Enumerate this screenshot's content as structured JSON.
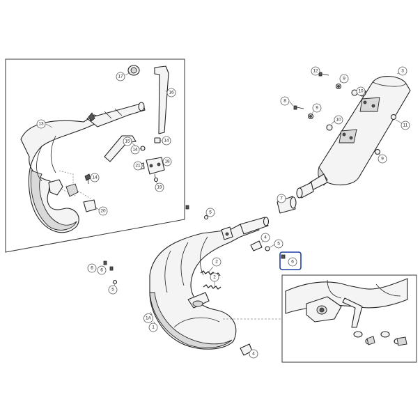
{
  "callouts": {
    "c17": "17",
    "c16": "16",
    "c13": "13",
    "c15": "15",
    "c14a": "14",
    "c14b": "14",
    "c14c": "14",
    "c18": "18",
    "c21": "21",
    "c19": "19",
    "c20": "20",
    "c12": "12",
    "c9a": "9",
    "c9b": "9",
    "c9c": "9",
    "c3": "3",
    "c10a": "10",
    "c10b": "10",
    "c8": "8",
    "c11": "11",
    "c7": "7",
    "c5a": "5",
    "c5b": "5",
    "c5c": "5",
    "c4a": "4",
    "c4b": "4",
    "c6a": "6",
    "c6b": "6",
    "c6c": "6",
    "c2a": "2",
    "c2b": "2",
    "c1A": "1A",
    "c1": "1"
  },
  "highlight_callout": "6",
  "colors": {
    "highlight": "#1f3fa8",
    "line": "#222222",
    "part_fill": "#f4f4f4"
  }
}
